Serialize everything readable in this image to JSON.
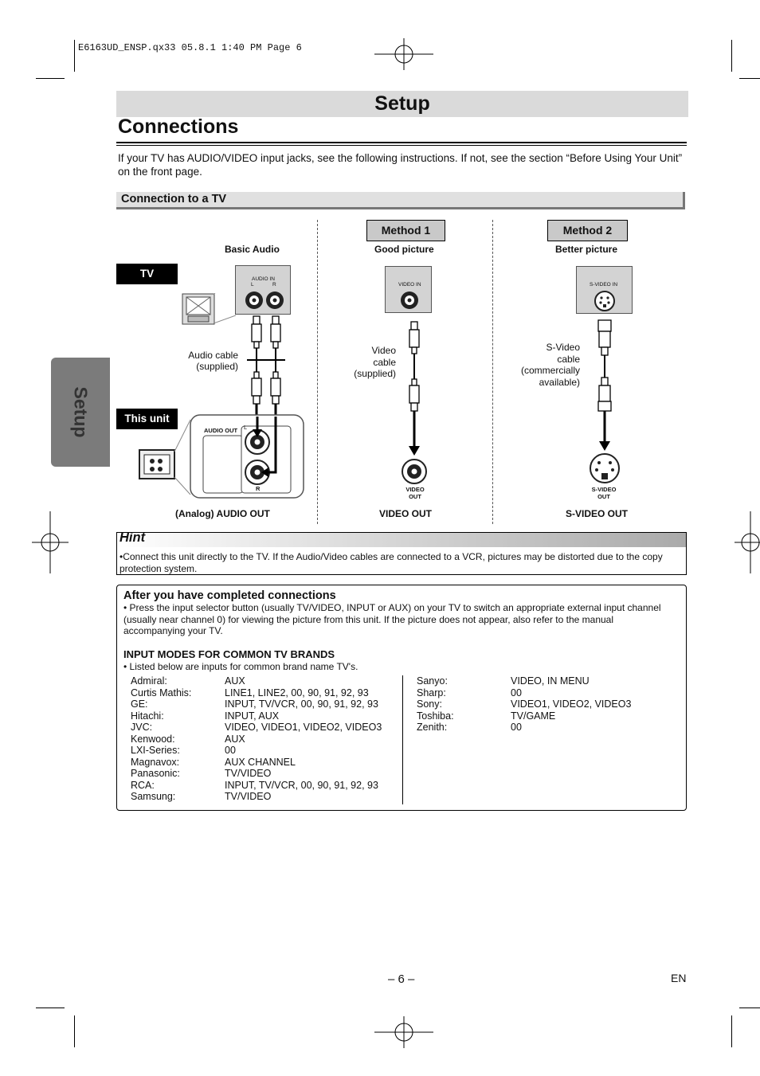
{
  "print_slug": "E6163UD_ENSP.qx33  05.8.1  1:40 PM  Page 6",
  "header": {
    "title": "Setup"
  },
  "section": {
    "title": "Connections"
  },
  "intro": "If your TV has AUDIO/VIDEO input jacks, see the following instructions. If not, see the section “Before Using Your Unit” on the front page.",
  "subsection": "Connection to a TV",
  "side_tab": "Setup",
  "diagram": {
    "tv_label": "TV",
    "unit_label": "This unit",
    "basic_audio": "Basic Audio",
    "audio_in": "AUDIO IN",
    "audio_in_l": "L",
    "audio_in_r": "R",
    "audio_cable": "Audio cable\n(supplied)",
    "audio_out": "AUDIO OUT",
    "audio_out_l": "L",
    "audio_out_r": "R",
    "analog_audio_out": "(Analog) AUDIO OUT",
    "method1": "Method 1",
    "good_picture": "Good picture",
    "video_in": "VIDEO IN",
    "video_cable": "Video\ncable\n(supplied)",
    "video_out_jack": "VIDEO\nOUT",
    "video_out": "VIDEO OUT",
    "method2": "Method 2",
    "better_picture": "Better picture",
    "svideo_in": "S-VIDEO IN",
    "svideo_cable": "S-Video\ncable\n(commercially\navailable)",
    "svideo_out_jack": "S-VIDEO\nOUT",
    "svideo_out": "S-VIDEO OUT"
  },
  "hint": {
    "title": "Hint",
    "text": "•Connect this unit directly to the TV. If the Audio/Video cables are connected to a VCR, pictures may be distorted due to the copy protection system."
  },
  "after": {
    "title": "After you have completed connections",
    "text": "• Press the input selector button (usually TV/VIDEO, INPUT or AUX) on your TV to switch an appropriate external input channel (usually near channel 0) for viewing the picture from this unit. If the picture does not appear, also refer to the manual accompanying your TV.",
    "modes_title": "INPUT MODES FOR COMMON TV BRANDS",
    "modes_note": "• Listed below are inputs for common brand name TV's.",
    "brands_left": [
      {
        "brand": "Admiral:",
        "input": "AUX"
      },
      {
        "brand": "Curtis Mathis:",
        "input": "LINE1, LINE2, 00, 90, 91, 92, 93"
      },
      {
        "brand": "GE:",
        "input": "INPUT, TV/VCR, 00, 90, 91, 92, 93"
      },
      {
        "brand": "Hitachi:",
        "input": "INPUT, AUX"
      },
      {
        "brand": "JVC:",
        "input": "VIDEO, VIDEO1, VIDEO2, VIDEO3"
      },
      {
        "brand": "Kenwood:",
        "input": "AUX"
      },
      {
        "brand": "LXI-Series:",
        "input": "00"
      },
      {
        "brand": "Magnavox:",
        "input": "AUX CHANNEL"
      },
      {
        "brand": "Panasonic:",
        "input": "TV/VIDEO"
      },
      {
        "brand": "RCA:",
        "input": "INPUT, TV/VCR, 00, 90, 91, 92, 93"
      },
      {
        "brand": "Samsung:",
        "input": "TV/VIDEO"
      }
    ],
    "brands_right": [
      {
        "brand": "Sanyo:",
        "input": "VIDEO, IN MENU"
      },
      {
        "brand": "Sharp:",
        "input": "00"
      },
      {
        "brand": "Sony:",
        "input": "VIDEO1, VIDEO2, VIDEO3"
      },
      {
        "brand": "Toshiba:",
        "input": "TV/GAME"
      },
      {
        "brand": "Zenith:",
        "input": "00"
      }
    ]
  },
  "footer": {
    "page": "– 6 –",
    "lang": "EN"
  }
}
